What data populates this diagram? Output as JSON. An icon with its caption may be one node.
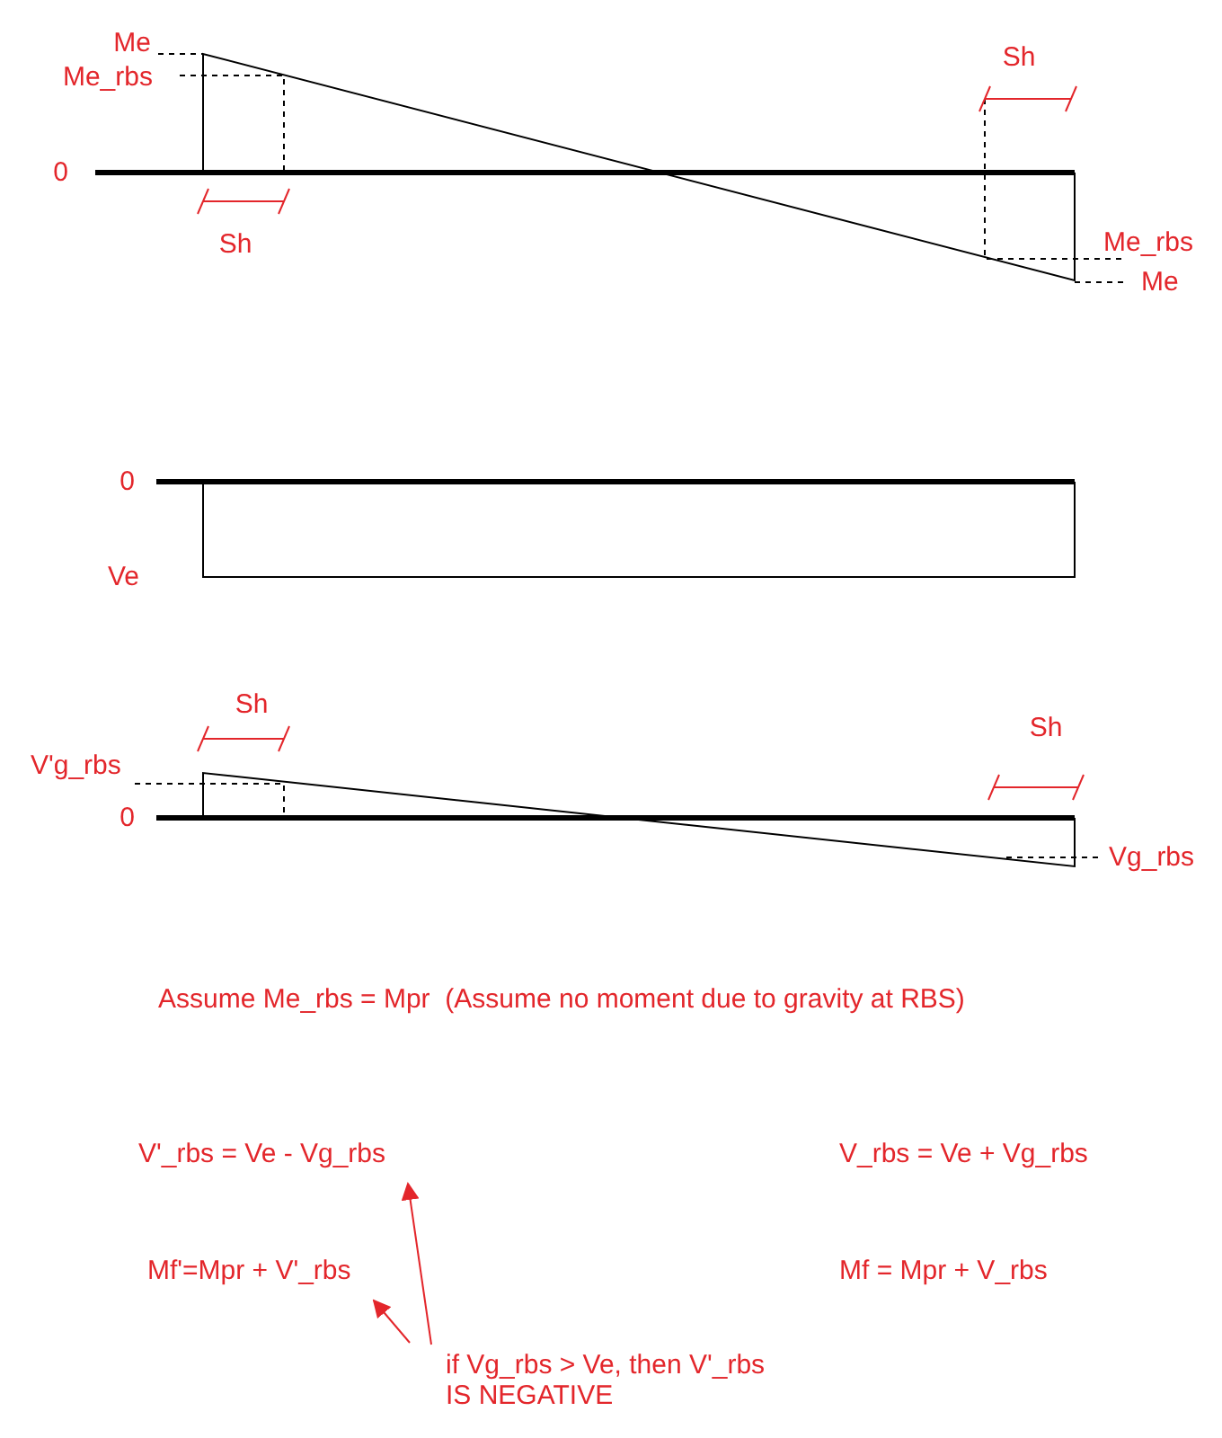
{
  "diagram": {
    "nodes": [
      {
        "text": [
          "V'_rbs = Ve - Vg_rbs"
        ]
      },
      {
        "text": [
          "Mf'=Mpr + V'_rbs"
        ]
      },
      {
        "text": [
          "if Vg_rbs > Ve, then V'_rbs IS NEGATIVE"
        ]
      }
    ],
    "edges": [
      {
        "from": 2,
        "to": 0,
        "arrow": "to"
      },
      {
        "from": 2,
        "to": 1,
        "arrow": "to"
      }
    ],
    "labels": [
      "Me",
      "Me_rbs",
      "Sh",
      "0",
      "Sh",
      "Me_rbs",
      "Me",
      "0",
      "Ve",
      "Sh",
      "Sh",
      "V'g_rbs",
      "0",
      "Vg_rbs",
      "Assume Me_rbs = Mpr  (Assume no moment due to gravity at RBS)",
      "V_rbs = Ve + Vg_rbs",
      "Mf = Mpr + V_rbs"
    ]
  }
}
